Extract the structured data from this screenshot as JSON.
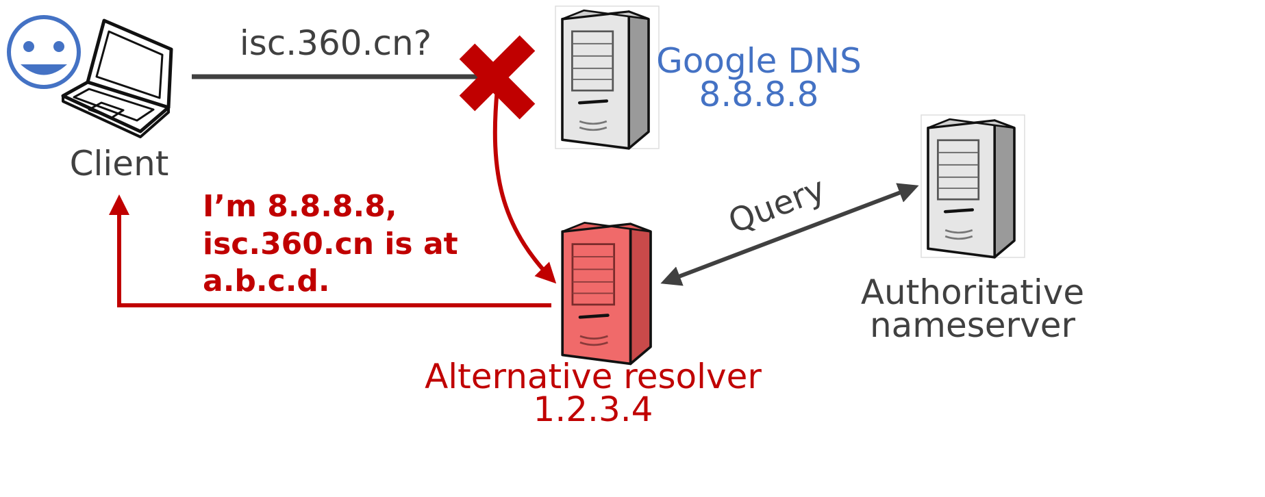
{
  "client": {
    "label": "Client",
    "smiley_icon": "smiley-face-icon",
    "device_icon": "laptop-icon"
  },
  "request": {
    "text": "isc.360.cn?",
    "blocked_icon": "red-x-icon"
  },
  "google_dns": {
    "name": "Google DNS",
    "ip": "8.8.8.8",
    "icon": "server-icon"
  },
  "alternative_resolver": {
    "name": "Alternative resolver",
    "ip": "1.2.3.4",
    "icon": "server-icon"
  },
  "authoritative": {
    "line1": "Authoritative",
    "line2": "nameserver",
    "icon": "server-icon"
  },
  "query_label": "Query",
  "spoofed_reply": {
    "line1": "I’m 8.8.8.8,",
    "line2": "isc.360.cn is at",
    "line3": "a.b.c.d."
  },
  "colors": {
    "blue": "#4472C4",
    "red": "#C00000",
    "gray": "#404040",
    "server_light": "#E6E6E6",
    "server_red": "#F06A6A"
  }
}
